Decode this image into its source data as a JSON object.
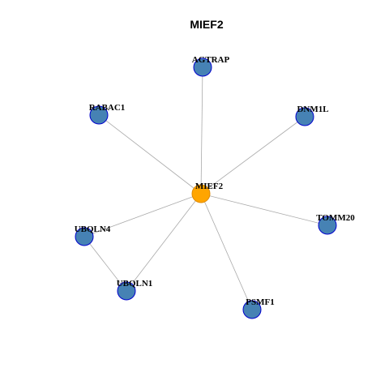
{
  "title": "MIEF2",
  "colors": {
    "hub_fill": "#FFA500",
    "hub_stroke": "#E08A00",
    "node_fill": "#4682B4",
    "node_stroke": "#0000CD",
    "edge": "#AAAAAA",
    "label": "#000000"
  },
  "nodes": [
    {
      "id": "MIEF2",
      "label": "MIEF2",
      "role": "hub"
    },
    {
      "id": "AGTRAP",
      "label": "AGTRAP",
      "role": "neighbor"
    },
    {
      "id": "RABAC1",
      "label": "RABAC1",
      "role": "neighbor"
    },
    {
      "id": "DNM1L",
      "label": "DNM1L",
      "role": "neighbor"
    },
    {
      "id": "TOMM20",
      "label": "TOMM20",
      "role": "neighbor"
    },
    {
      "id": "UBQLN4",
      "label": "UBQLN4",
      "role": "neighbor"
    },
    {
      "id": "UBQLN1",
      "label": "UBQLN1",
      "role": "neighbor"
    },
    {
      "id": "PSMF1",
      "label": "PSMF1",
      "role": "neighbor"
    }
  ],
  "edges": [
    {
      "source": "MIEF2",
      "target": "AGTRAP"
    },
    {
      "source": "MIEF2",
      "target": "RABAC1"
    },
    {
      "source": "MIEF2",
      "target": "DNM1L"
    },
    {
      "source": "MIEF2",
      "target": "TOMM20"
    },
    {
      "source": "MIEF2",
      "target": "UBQLN4"
    },
    {
      "source": "MIEF2",
      "target": "UBQLN1"
    },
    {
      "source": "MIEF2",
      "target": "PSMF1"
    },
    {
      "source": "UBQLN4",
      "target": "UBQLN1"
    }
  ]
}
